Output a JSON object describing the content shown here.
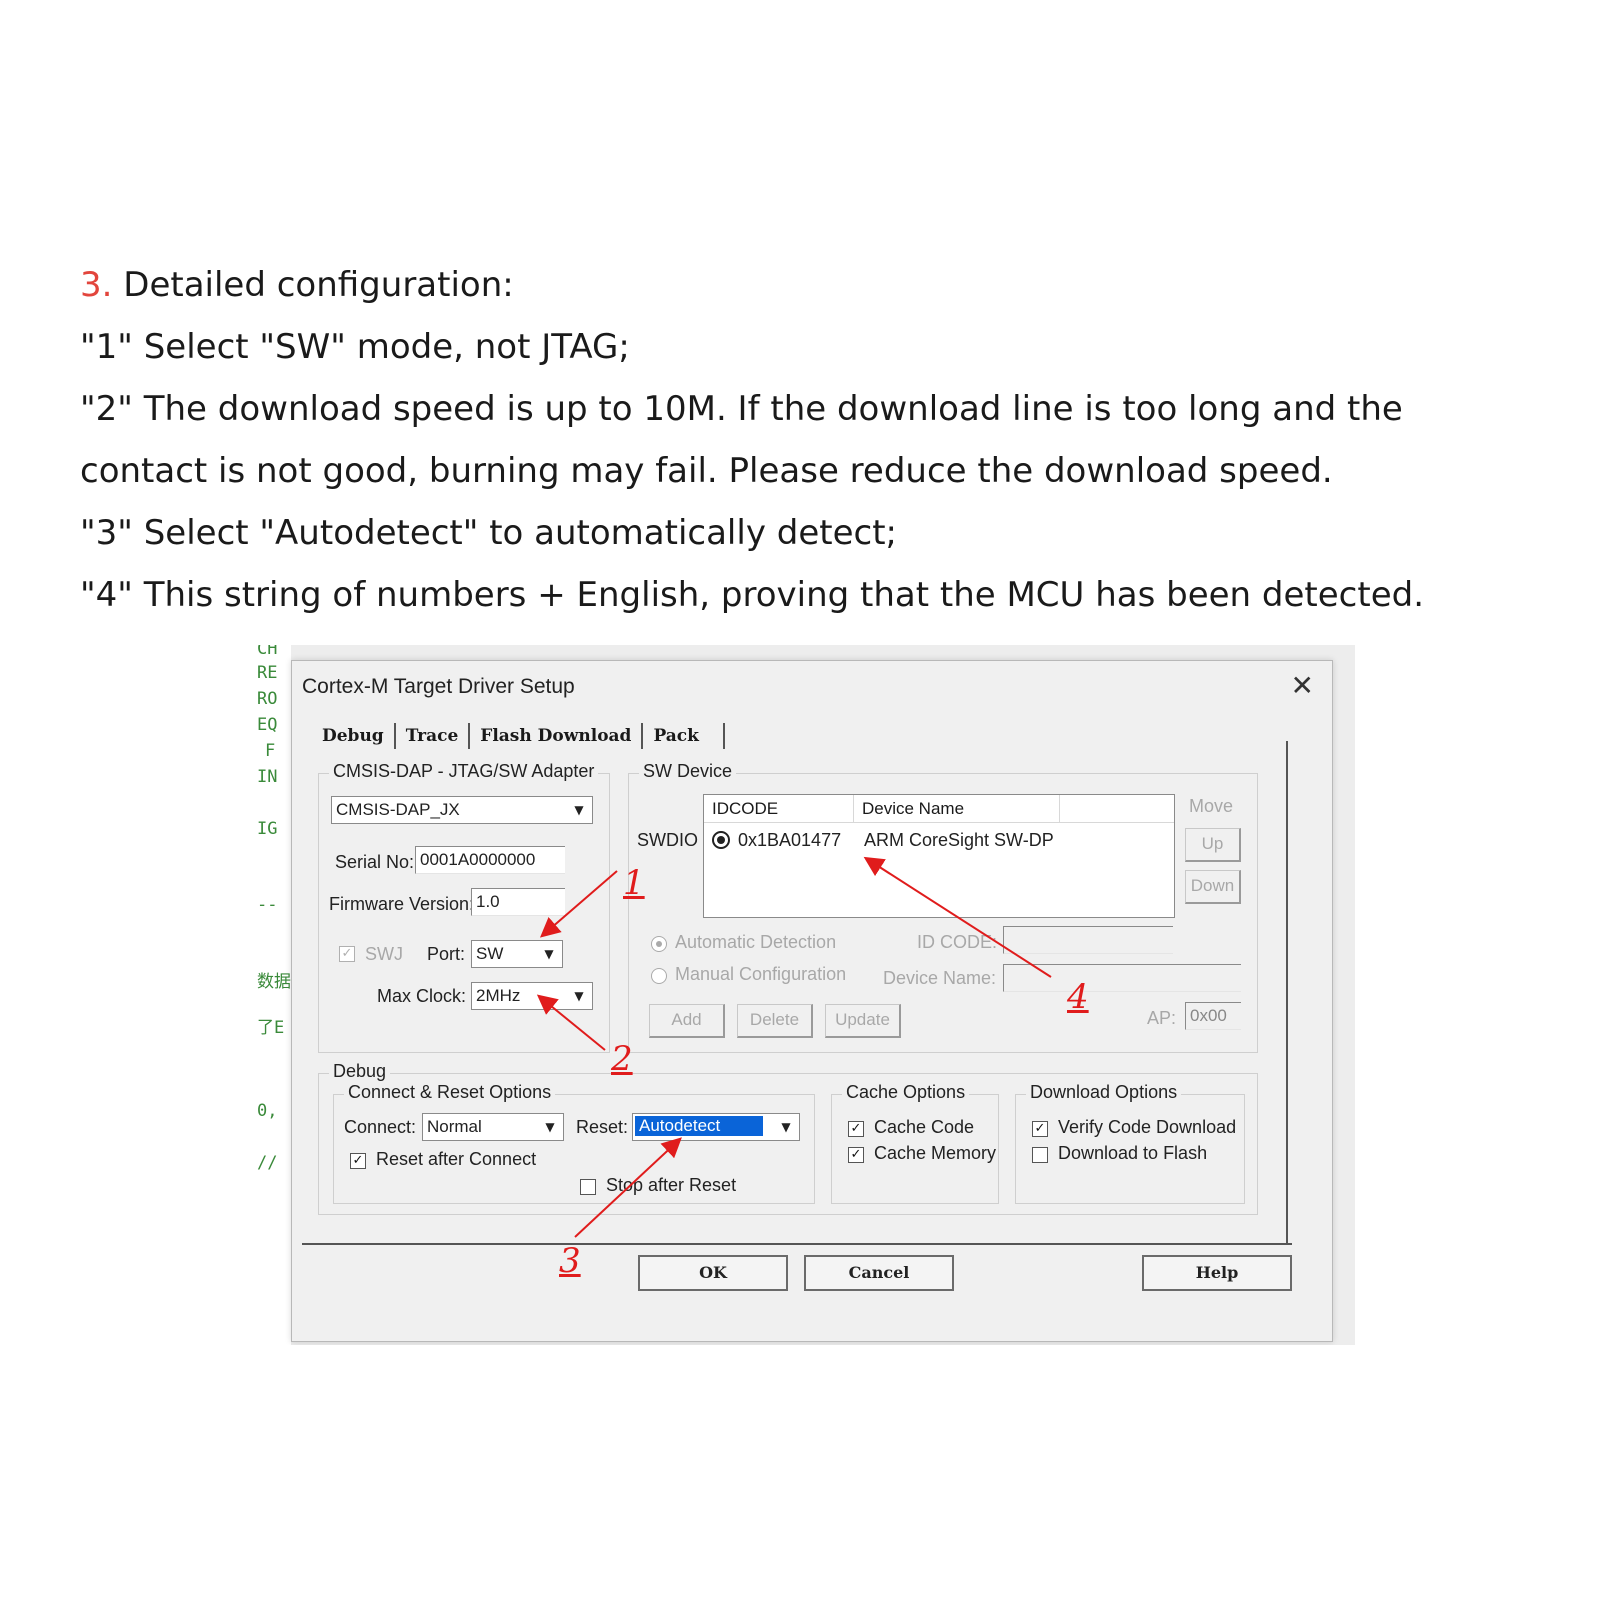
{
  "instructions": {
    "line1_num": "3.",
    "line1_text": " Detailed configuration:",
    "line2": "\"1\" Select \"SW\" mode, not JTAG;",
    "line3": "\"2\" The download speed is up to 10M. If the download line is too long and the contact is not good, burning may fail. Please reduce the download speed.",
    "line4": "\"3\" Select \"Autodetect\" to automatically detect;",
    "line5": "\"4\" This string of numbers + English, proving that the MCU has been detected."
  },
  "code_strip": [
    "CH",
    "RE",
    "RO",
    "EQ",
    "F",
    "IN",
    "IG",
    "--",
    "数据",
    "了E",
    "0,",
    "//"
  ],
  "dialog": {
    "title": "Cortex-M Target Driver Setup",
    "tabs": [
      "Debug",
      "Trace",
      "Flash Download",
      "Pack"
    ],
    "adapter": {
      "group_label": "CMSIS-DAP - JTAG/SW Adapter",
      "adapter_value": "CMSIS-DAP_JX",
      "serial_label": "Serial No:",
      "serial_value": "0001A0000000",
      "firmware_label": "Firmware Version:",
      "firmware_value": "1.0",
      "swj_label": "SWJ",
      "port_label": "Port:",
      "port_value": "SW",
      "maxclock_label": "Max Clock:",
      "maxclock_value": "2MHz"
    },
    "sw_device": {
      "group_label": "SW Device",
      "swdio_label": "SWDIO",
      "col_idcode": "IDCODE",
      "col_device_name": "Device Name",
      "row_idcode": "0x1BA01477",
      "row_device_name": "ARM CoreSight SW-DP",
      "move_label": "Move",
      "up_label": "Up",
      "down_label": "Down",
      "auto_detect_label": "Automatic Detection",
      "manual_config_label": "Manual Configuration",
      "id_code_label": "ID CODE:",
      "device_name_label": "Device Name:",
      "add_label": "Add",
      "delete_label": "Delete",
      "update_label": "Update",
      "ap_label": "AP:",
      "ap_value": "0x00"
    },
    "debug": {
      "group_label": "Debug",
      "connect_reset_label": "Connect & Reset Options",
      "connect_label": "Connect:",
      "connect_value": "Normal",
      "reset_label": "Reset:",
      "reset_value": "Autodetect",
      "reset_after_connect_label": "Reset after Connect",
      "stop_after_reset_label": "Stop after Reset",
      "cache_options_label": "Cache Options",
      "cache_code_label": "Cache Code",
      "cache_memory_label": "Cache Memory",
      "download_options_label": "Download Options",
      "verify_code_label": "Verify Code Download",
      "download_flash_label": "Download to Flash"
    },
    "buttons": {
      "ok": "OK",
      "cancel": "Cancel",
      "help": "Help"
    }
  },
  "annotations": [
    "1",
    "2",
    "3",
    "4"
  ],
  "colors": {
    "accent_red": "#e01c1c",
    "selection_blue": "#0a64d8",
    "number_red": "#e2453c"
  }
}
